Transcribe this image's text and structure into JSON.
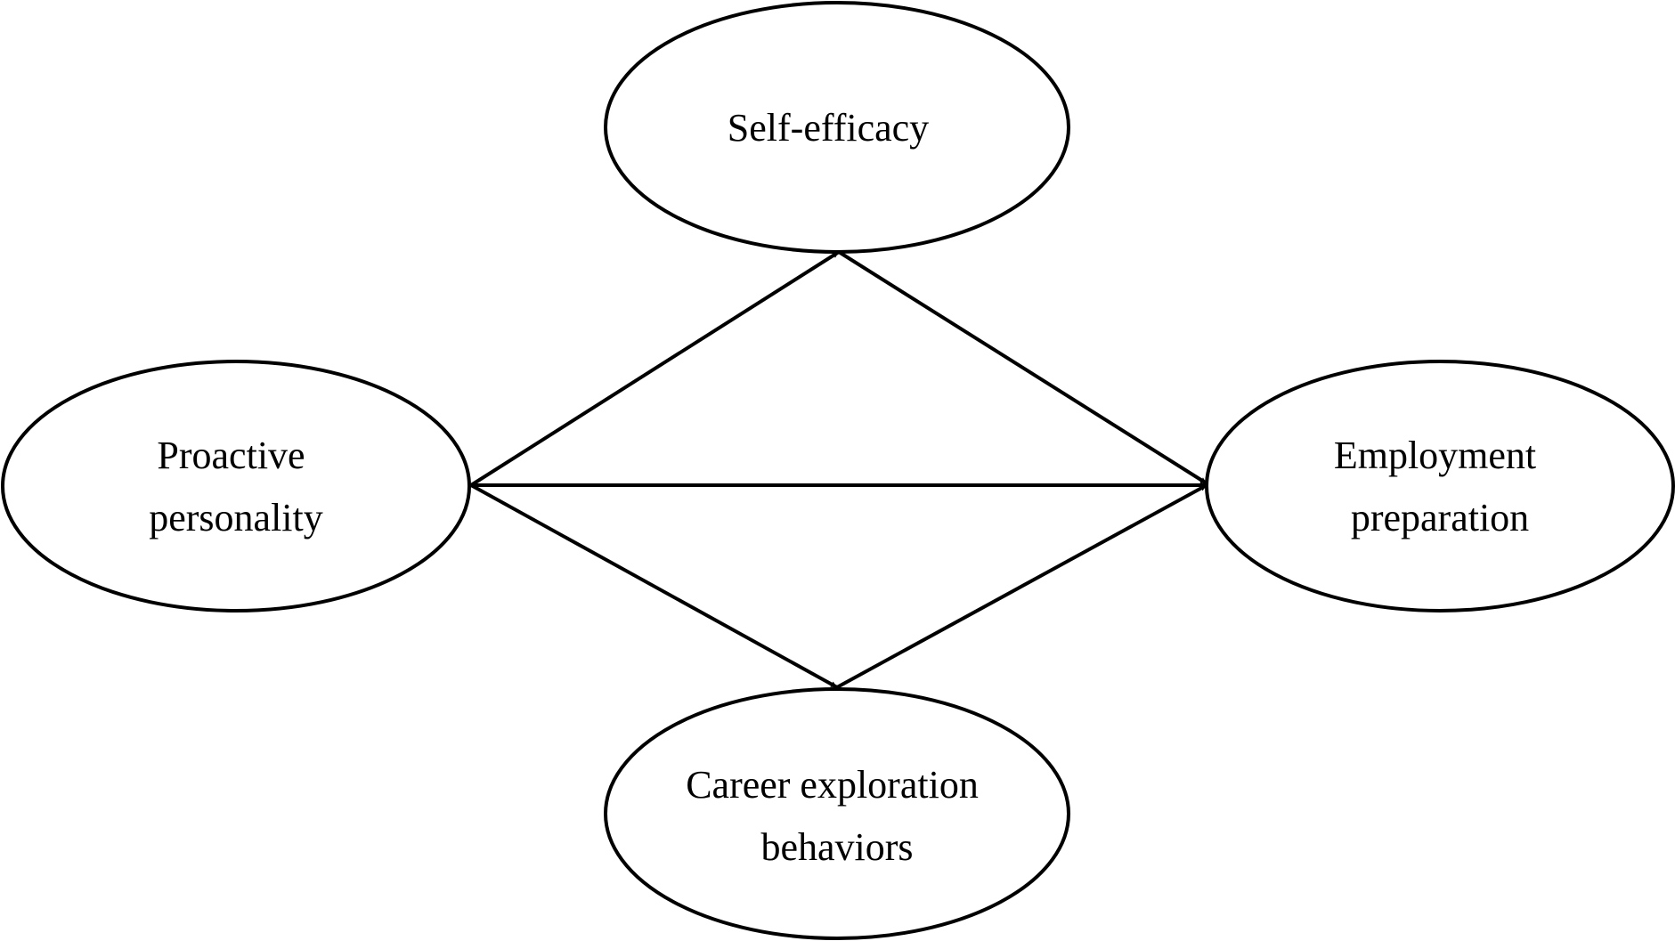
{
  "diagram": {
    "nodes": {
      "self_efficacy": {
        "lines": [
          "Self-efficacy"
        ]
      },
      "proactive": {
        "lines": [
          "Proactive",
          "personality"
        ]
      },
      "employment": {
        "lines": [
          "Employment",
          "preparation"
        ]
      },
      "career": {
        "lines": [
          "Career exploration",
          "behaviors"
        ]
      }
    },
    "edges": [
      {
        "from": "proactive",
        "to": "self_efficacy"
      },
      {
        "from": "self_efficacy",
        "to": "employment"
      },
      {
        "from": "proactive",
        "to": "employment"
      },
      {
        "from": "proactive",
        "to": "career"
      },
      {
        "from": "career",
        "to": "employment"
      }
    ],
    "colors": {
      "stroke": "#000000",
      "fill": "#ffffff",
      "background": "#ffffff"
    }
  }
}
